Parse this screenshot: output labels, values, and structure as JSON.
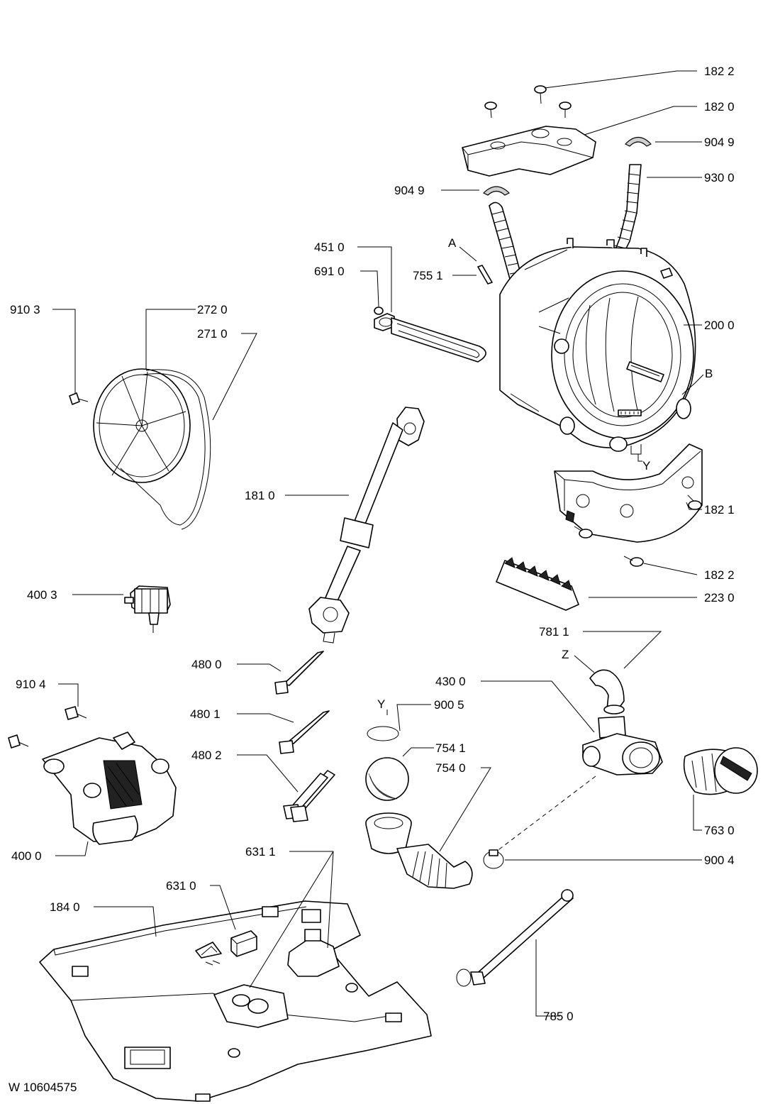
{
  "document_id": "W 10604575",
  "callouts": {
    "c1822a": "182 2",
    "c1820": "182 0",
    "c9049a": "904 9",
    "c9049b": "904 9",
    "c9300": "930 0",
    "c4510": "451 0",
    "c6910": "691 0",
    "c7551": "755 1",
    "c9103": "910 3",
    "c2720": "272 0",
    "c2710": "271 0",
    "c2000": "200 0",
    "c1810": "181 0",
    "c1821": "182 1",
    "c4003": "400 3",
    "c1822b": "182 2",
    "c2230": "223 0",
    "c7811": "781 1",
    "c4800": "480 0",
    "c4300": "430 0",
    "c9104": "910 4",
    "c4801": "480 1",
    "c9005": "900 5",
    "c4802": "480 2",
    "c7541": "754 1",
    "c7540": "754 0",
    "c7630": "763 0",
    "c4000": "400 0",
    "c6311": "631 1",
    "c9004": "900 4",
    "c6310": "631 0",
    "c1840": "184 0",
    "c7850": "785 0"
  },
  "reference_letters": {
    "a": "A",
    "b": "B",
    "y_drum": "Y",
    "y_ring": "Y",
    "z": "Z"
  }
}
